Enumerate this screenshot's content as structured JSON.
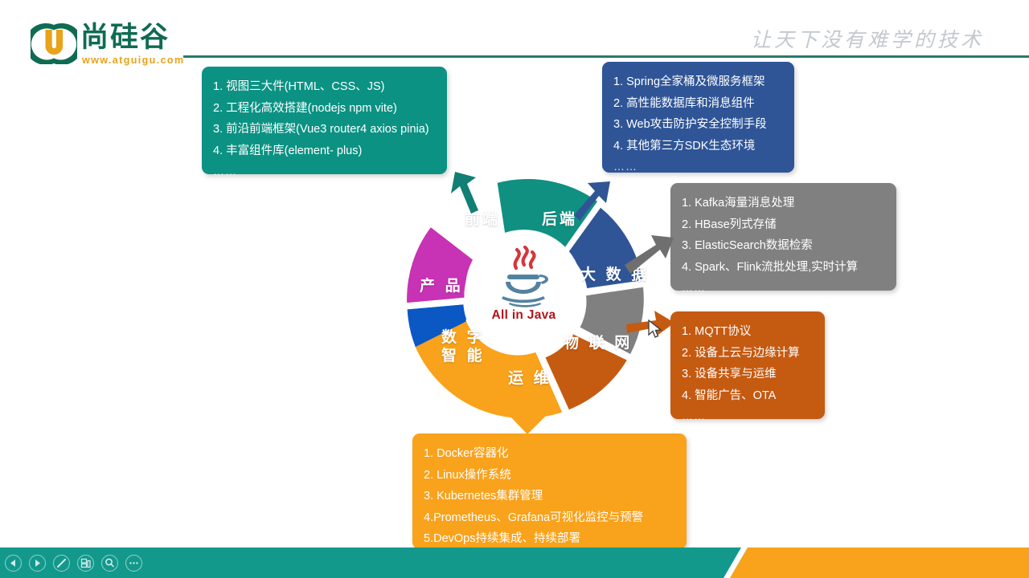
{
  "header": {
    "brand_cn": "尚硅谷",
    "brand_url": "www.atguigu.com",
    "tagline": "让天下没有难学的技术",
    "logo_letter": "U",
    "accent_green": "#0f6b52",
    "accent_orange": "#e8a318",
    "rule_color": "#2b7a6a"
  },
  "center": {
    "logo_name": "java-logo",
    "caption": "All in Java",
    "caption_color": "#b3141a"
  },
  "chart_data": {
    "type": "pie",
    "title": "All in Java",
    "legend_position": "inside-slices",
    "categories": [
      "前端",
      "后端",
      "大数据",
      "物联网",
      "运维",
      "数字智能",
      "产品"
    ],
    "values": [
      14.3,
      14.3,
      14.3,
      14.3,
      14.3,
      14.3,
      14.3
    ],
    "colors": [
      "#0f9080",
      "#2f5597",
      "#808080",
      "#c55a11",
      "#f9a21b",
      "#0b57c4",
      "#c832b4"
    ],
    "inner_radius_ratio": 0.47,
    "center_label": "All in Java"
  },
  "segments": [
    {
      "key": "frontend",
      "label": "前端",
      "color": "#0f9080"
    },
    {
      "key": "backend",
      "label": "后端",
      "color": "#2f5597"
    },
    {
      "key": "bigdata",
      "label": "大 数 据",
      "color": "#808080"
    },
    {
      "key": "iot",
      "label": "物 联 网",
      "color": "#c55a11"
    },
    {
      "key": "devops",
      "label": "运 维",
      "color": "#f9a21b"
    },
    {
      "key": "digital",
      "label_line1": "数 字",
      "label_line2": "智 能",
      "color": "#0b57c4"
    },
    {
      "key": "product",
      "label": "产 品",
      "color": "#c832b4"
    }
  ],
  "boxes": {
    "frontend": {
      "color": "#0b9283",
      "lines": [
        "1. 视图三大件(HTML、CSS、JS)",
        "2. 工程化高效搭建(nodejs npm vite)",
        "3. 前沿前端框架(Vue3 router4 axios pinia)",
        "4. 丰富组件库(element- plus)"
      ],
      "more": "……"
    },
    "backend": {
      "color": "#2f5597",
      "lines": [
        "1. Spring全家桶及微服务框架",
        "2. 高性能数据库和消息组件",
        "3. Web攻击防护安全控制手段",
        "4. 其他第三方SDK生态环境"
      ],
      "more": "……"
    },
    "bigdata": {
      "color": "#808080",
      "lines": [
        "1. Kafka海量消息处理",
        "2. HBase列式存储",
        "3. ElasticSearch数据检索",
        "4. Spark、Flink流批处理,实时计算"
      ],
      "more": "……"
    },
    "iot": {
      "color": "#c55a11",
      "lines": [
        "1. MQTT协议",
        "2. 设备上云与边缘计算",
        "3. 设备共享与运维",
        "4. 智能广告、OTA"
      ],
      "more": "……"
    },
    "devops": {
      "color": "#f9a21b",
      "lines": [
        "1. Docker容器化",
        "2. Linux操作系统",
        "3. Kubernetes集群管理",
        "4.Prometheus、Grafana可视化监控与预警",
        "5.DevOps持续集成、持续部署"
      ],
      "more": ""
    }
  },
  "footer": {
    "bar_color_left": "#12998c",
    "bar_color_right": "#f9a21b",
    "buttons": [
      {
        "name": "prev-slide-button",
        "icon": "triangle-left-icon"
      },
      {
        "name": "next-slide-button",
        "icon": "triangle-right-icon"
      },
      {
        "name": "pen-tool-button",
        "icon": "pen-icon"
      },
      {
        "name": "slide-grid-button",
        "icon": "grid-icon"
      },
      {
        "name": "zoom-button",
        "icon": "magnifier-icon"
      },
      {
        "name": "more-options-button",
        "icon": "ellipsis-icon"
      }
    ]
  }
}
